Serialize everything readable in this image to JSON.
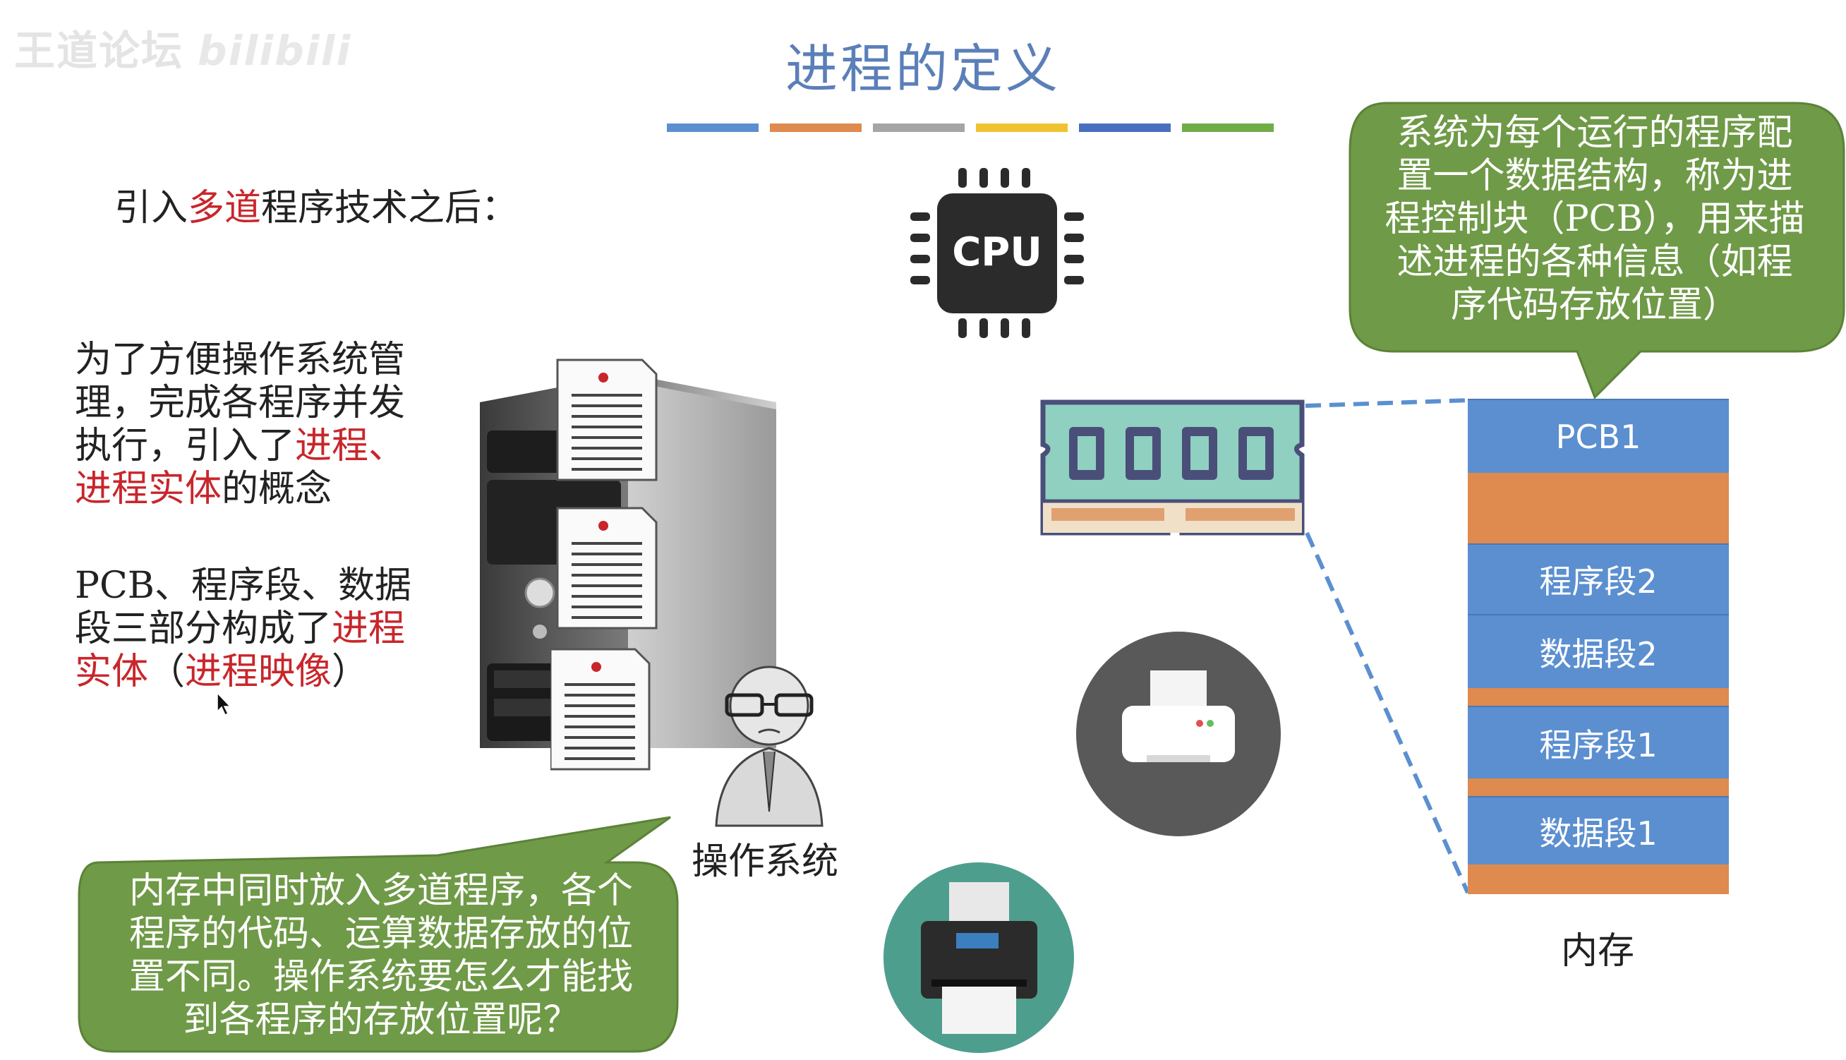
{
  "watermark": {
    "text": "王道论坛",
    "logo": "bilibili"
  },
  "title": "进程的定义",
  "title_bar_colors": [
    "#5b8fd0",
    "#df8a4e",
    "#a5a5a5",
    "#f0c232",
    "#4a6fc0",
    "#70ad47"
  ],
  "intro": {
    "prefix": "引入",
    "highlight": "多道",
    "suffix": "程序技术之后："
  },
  "para1": {
    "line1": "为了方便操作系统管",
    "line2": "理，完成各程序并发",
    "line3_plain": "执行，引入了",
    "line3_red": "进程、",
    "line4_red": "进程实体",
    "line4_plain": "的概念"
  },
  "para2": {
    "line1": "PCB、程序段、数据",
    "line2_plain": "段三部分构成了",
    "line2_red": "进程",
    "line3_red1": "实体",
    "line3_plain1": "（",
    "line3_red2": "进程映像",
    "line3_plain2": "）"
  },
  "os_label": "操作系统",
  "bubble_left": {
    "lines": [
      "内存中同时放入多道程序，各个",
      "程序的代码、运算数据存放的位",
      "置不同。操作系统要怎么才能找",
      "到各程序的存放位置呢？"
    ],
    "color": "#6f9a47"
  },
  "bubble_right": {
    "lines": [
      "系统为每个运行的程序配",
      "置一个数据结构，称为进",
      "程控制块（PCB），用来描",
      "述进程的各种信息（如程",
      "序代码存放位置）"
    ],
    "color": "#6f9a47"
  },
  "cpu_label": "CPU",
  "memory": {
    "blocks": [
      "PCB1",
      "程序段2",
      "数据段2",
      "程序段1",
      "数据段1"
    ],
    "label": "内存"
  }
}
